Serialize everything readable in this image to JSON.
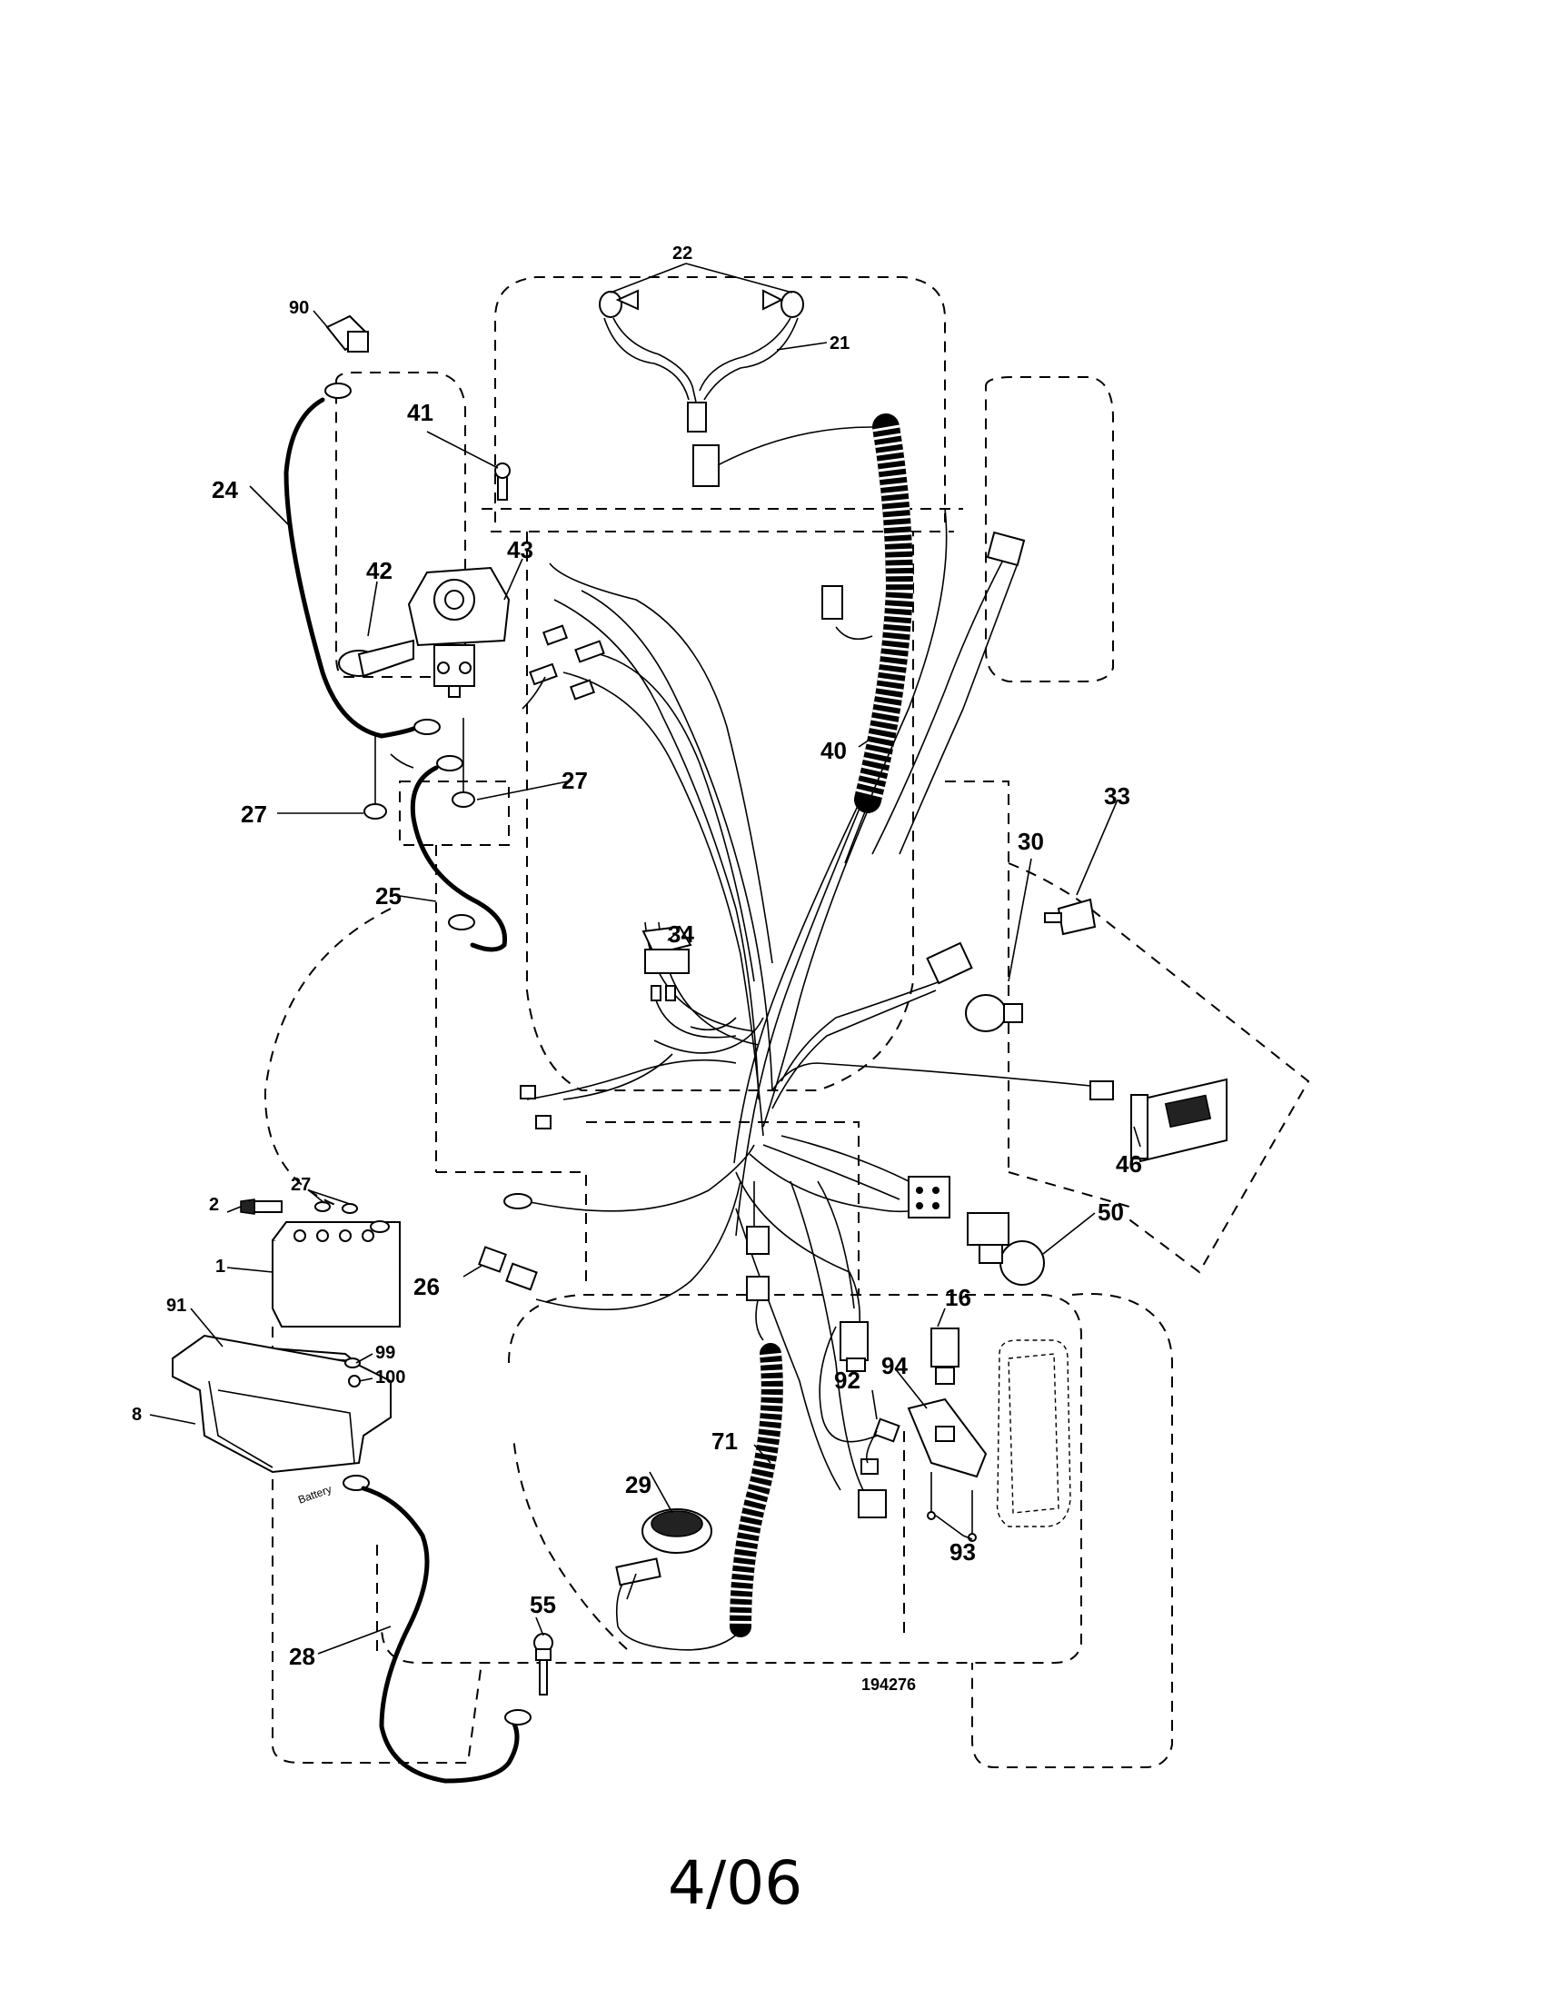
{
  "diagram": {
    "drawing_number": "194276",
    "date": "4/06",
    "battery_label": "Battery",
    "callouts": {
      "c1": "1",
      "c2": "2",
      "c8": "8",
      "c16": "16",
      "c21": "21",
      "c22": "22",
      "c24": "24",
      "c25": "25",
      "c26": "26",
      "c27a": "27",
      "c27b": "27",
      "c27c": "27",
      "c28": "28",
      "c29": "29",
      "c30": "30",
      "c33": "33",
      "c34": "34",
      "c40": "40",
      "c41": "41",
      "c42": "42",
      "c43": "43",
      "c46": "46",
      "c50": "50",
      "c55": "55",
      "c71": "71",
      "c90": "90",
      "c91": "91",
      "c92": "92",
      "c93": "93",
      "c94": "94",
      "c99": "99",
      "c100": "100"
    }
  }
}
